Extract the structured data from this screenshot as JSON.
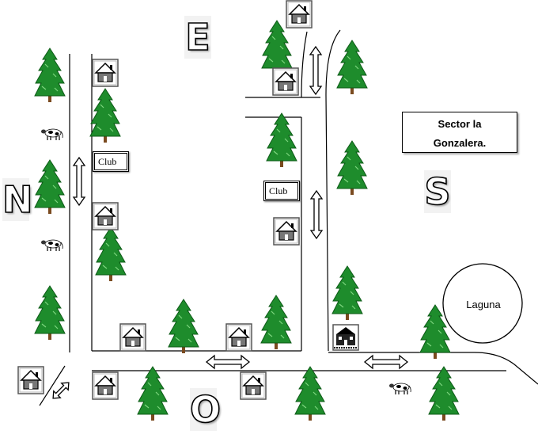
{
  "compass": {
    "north": "N",
    "east": "E",
    "south": "S",
    "west": "O"
  },
  "sector": {
    "line1": "Sector la",
    "line2": "Gonzalera."
  },
  "club_label": "Club",
  "lake_label": "Laguna",
  "colors": {
    "tree": "#1e8c2c",
    "tree_dark": "#0c5a16",
    "trunk": "#7a4a1f",
    "road": "#000000",
    "house_frame": "#555555"
  },
  "icons": {
    "house": "house-icon",
    "tree": "pine-tree-icon",
    "cow": "cow-icon",
    "arrow": "double-arrow-icon",
    "building": "building-icon"
  }
}
